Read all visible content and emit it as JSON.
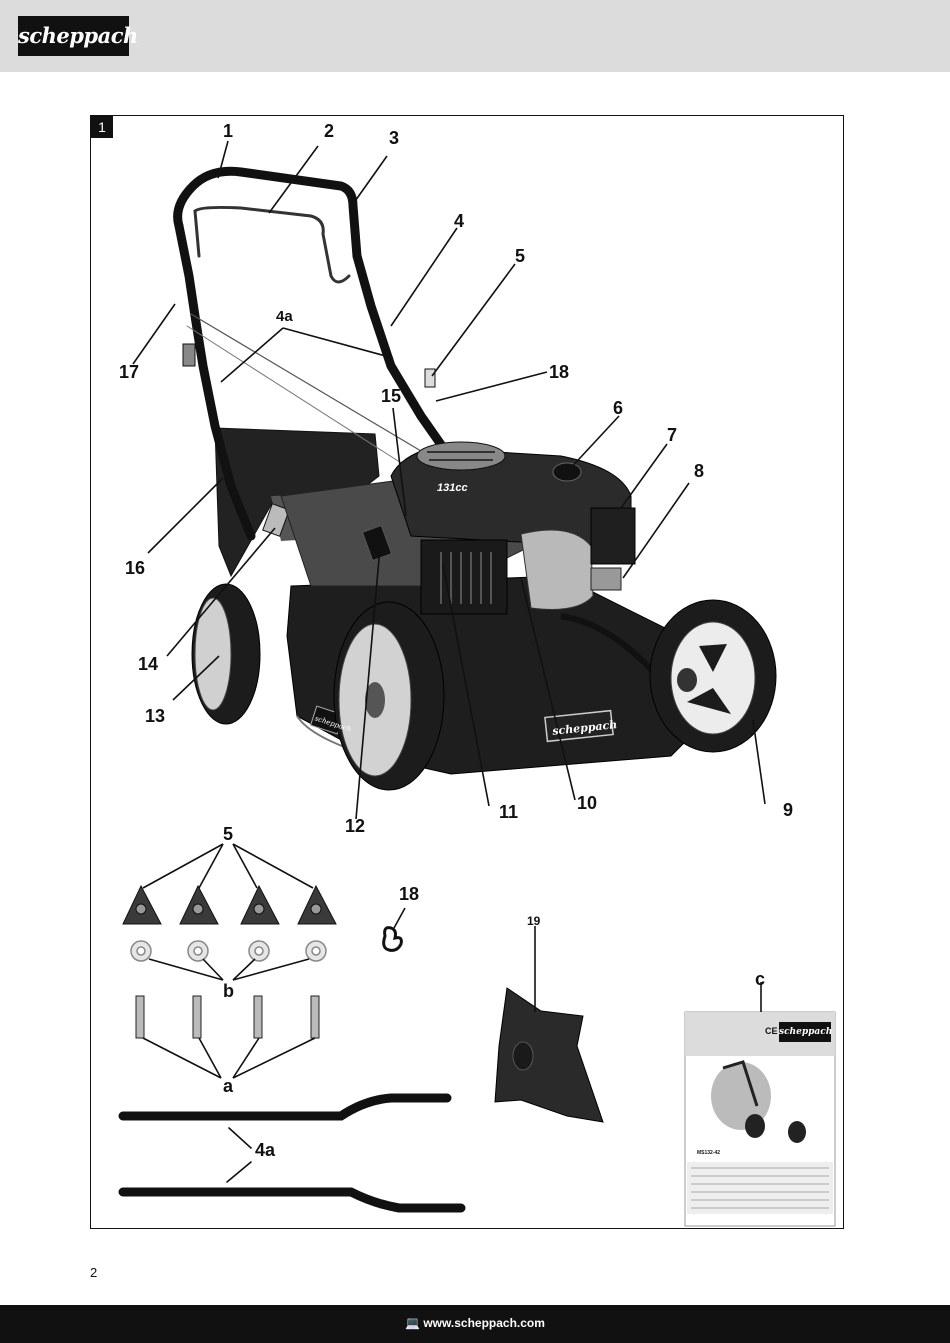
{
  "header": {
    "logo_text": "scheppach"
  },
  "figure": {
    "number": "1",
    "labels": {
      "l1": "1",
      "l2": "2",
      "l3": "3",
      "l4": "4",
      "l4a": "4a",
      "l5": "5",
      "l6": "6",
      "l7": "7",
      "l8": "8",
      "l9": "9",
      "l10": "10",
      "l11": "11",
      "l12": "12",
      "l13": "13",
      "l14": "14",
      "l15": "15",
      "l16": "16",
      "l17": "17",
      "l18": "18",
      "p5": "5",
      "p18": "18",
      "p19": "19",
      "pb": "b",
      "pa": "a",
      "p4a": "4a",
      "pc": "c"
    },
    "engine_marking": "131cc",
    "deck_logo": "scheppach",
    "side_logo": "scheppach",
    "cover": {
      "logo": "scheppach",
      "model": "MS132-42",
      "ce": "CE"
    },
    "icon_names": [
      "lawn-mower-icon",
      "star-knob-icon",
      "washer-icon",
      "bolt-icon",
      "clip-icon",
      "side-flap-icon",
      "strut-bar-icon",
      "manual-cover-icon"
    ]
  },
  "page_number": "2",
  "footer": {
    "url": "www.scheppach.com"
  }
}
